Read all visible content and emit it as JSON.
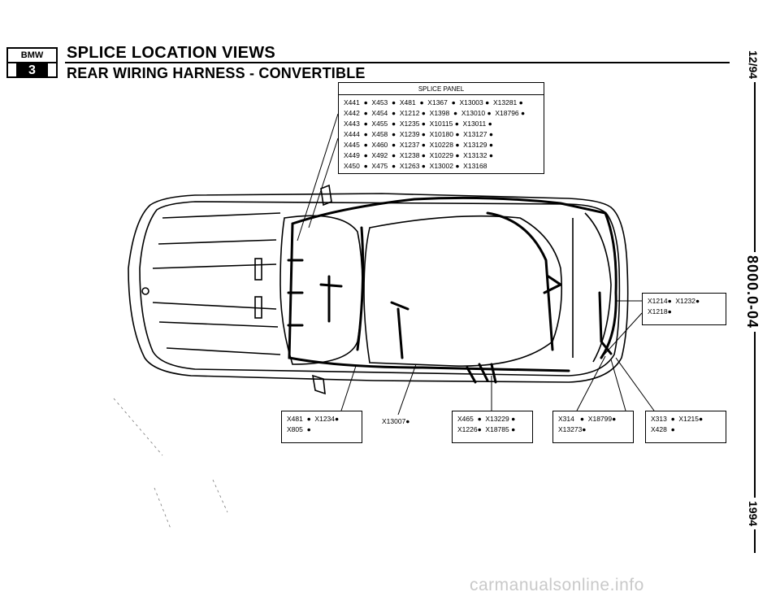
{
  "header": {
    "logo_brand": "BMW",
    "logo_series": "3",
    "title": "SPLICE LOCATION VIEWS",
    "subtitle": "REAR WIRING HARNESS - CONVERTIBLE"
  },
  "side": {
    "date": "12/94",
    "doc_number": "8000.0-04",
    "year": "1994"
  },
  "splice_panel": {
    "title": "SPLICE PANEL",
    "rows": [
      "X441  ●  X453  ●  X481  ●  X1367  ●  X13003 ●  X13281 ●",
      "X442  ●  X454  ●  X1212 ●  X1398  ●  X13010 ●  X18796 ●",
      "X443  ●  X455  ●  X1235 ●  X10115 ●  X13011 ●",
      "X444  ●  X458  ●  X1239 ●  X10180 ●  X13127 ●",
      "X445  ●  X460  ●  X1237 ●  X10228 ●  X13129 ●",
      "X449  ●  X492  ●  X1238 ●  X10229 ●  X13132 ●",
      "X450  ●  X475  ●  X1263 ●  X13002 ●  X13168"
    ]
  },
  "callouts": {
    "right_upper": [
      "X1214●  X1232●",
      "X1218●"
    ],
    "bottom_1": [
      "X481  ●  X1234●",
      "X805  ●"
    ],
    "bottom_2": "X13007●",
    "bottom_3": [
      "X465  ●  X13229 ●",
      "X1226●  X18785 ●"
    ],
    "bottom_4": [
      "X314   ●  X18799●",
      "X13273●"
    ],
    "bottom_5": [
      "X313  ●  X1215●",
      "X428  ●"
    ]
  },
  "watermark": "carmanualsonline.info"
}
